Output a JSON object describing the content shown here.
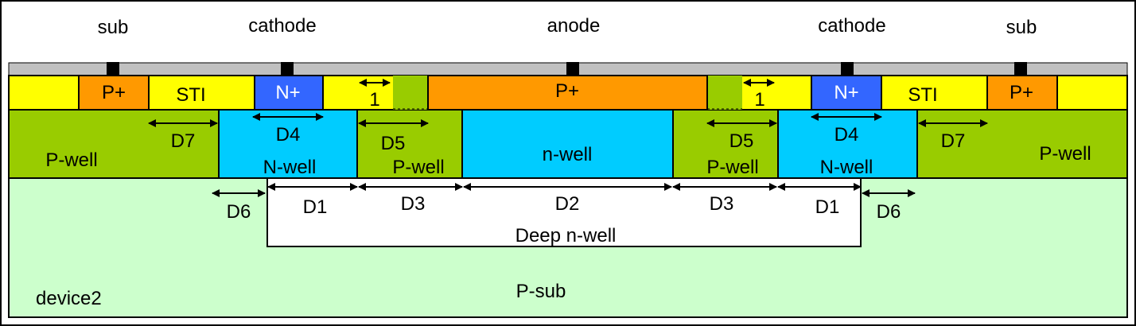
{
  "terminals": {
    "sub_left": "sub",
    "cathode_left": "cathode",
    "anode": "anode",
    "cathode_right": "cathode",
    "sub_right": "sub"
  },
  "regions": {
    "p_plus_left": "P+",
    "sti_left": "STI",
    "n_plus_left": "N+",
    "gap_left": "1",
    "p_plus_center": "P+",
    "gap_right": "1",
    "n_plus_right": "N+",
    "sti_right": "STI",
    "p_plus_right": "P+",
    "pwell_left": "P-well",
    "nwell_left": "N-well",
    "pwell_inner_left": "P-well",
    "nwell_center": "n-well",
    "pwell_inner_right": "P-well",
    "nwell_right": "N-well",
    "pwell_right": "P-well",
    "deep_nwell": "Deep n-well",
    "psub": "P-sub",
    "device": "device2"
  },
  "dimensions": {
    "d7_left": "D7",
    "d4_left": "D4",
    "d5_left": "D5",
    "d5_right": "D5",
    "d4_right": "D4",
    "d7_right": "D7",
    "d6_left": "D6",
    "d1_left": "D1",
    "d3_left": "D3",
    "d2": "D2",
    "d3_right": "D3",
    "d1_right": "D1",
    "d6_right": "D6"
  },
  "colors": {
    "metal": "#c0c0c0",
    "sti": "#ffff00",
    "p_plus": "#ff9900",
    "n_plus": "#3366ff",
    "p_well": "#99cc00",
    "n_well": "#00ccff",
    "p_sub": "#ccffcc",
    "deep_nwell": "#ffffff"
  }
}
